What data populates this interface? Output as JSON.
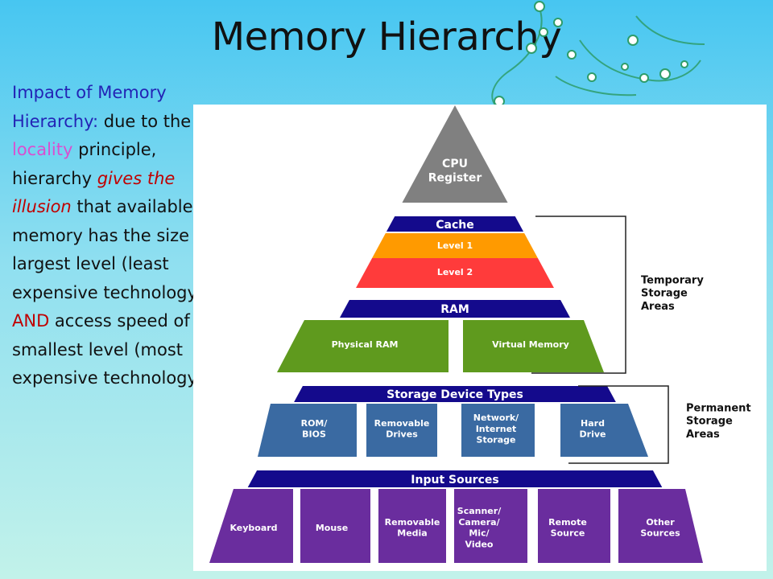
{
  "title": "Memory Hierarchy",
  "body": {
    "p1": "Impact of Memory",
    "p2": "Hierarchy:",
    "p3": " due to the",
    "p4": "locality",
    "p5": " principle,",
    "p6": "hierarchy ",
    "p7": "gives the",
    "p8": "illusion",
    "p9": " that available",
    "p10": "memory has the size of",
    "p11": "largest level (least",
    "p12": "expensive technology)",
    "p13": "AND",
    "p14": " access speed of",
    "p15": "smallest level (most",
    "p16": "expensive technology)"
  },
  "colors": {
    "pyramid_navy": "#140a8c",
    "cpu_gray": "#808080",
    "level1_orange": "#ff9a00",
    "level2_red": "#ff3b3b",
    "ram_green": "#5f9a1e",
    "storage_blue": "#3a6aa2",
    "input_purple": "#6a2d9e",
    "text_blue": "#2323b5",
    "text_pink": "#d94fd0",
    "text_red": "#c00000"
  },
  "diagram": {
    "cpu": [
      "CPU",
      "Register"
    ],
    "cache": "Cache",
    "level1": "Level 1",
    "level2": "Level 2",
    "ram": "RAM",
    "physical_ram": "Physical RAM",
    "virtual_memory": "Virtual Memory",
    "storage_types": "Storage Device Types",
    "storage_items": [
      [
        "ROM/",
        "BIOS"
      ],
      [
        "Removable",
        "Drives"
      ],
      [
        "Network/",
        "Internet",
        "Storage"
      ],
      [
        "Hard",
        "Drive"
      ]
    ],
    "input_sources": "Input Sources",
    "input_items": [
      [
        "Keyboard"
      ],
      [
        "Mouse"
      ],
      [
        "Removable",
        "Media"
      ],
      [
        "Scanner/",
        "Camera/",
        "Mic/",
        "Video"
      ],
      [
        "Remote",
        "Source"
      ],
      [
        "Other",
        "Sources"
      ]
    ],
    "temporary": [
      "Temporary",
      "Storage",
      "Areas"
    ],
    "permanent": [
      "Permanent",
      "Storage",
      "Areas"
    ]
  }
}
